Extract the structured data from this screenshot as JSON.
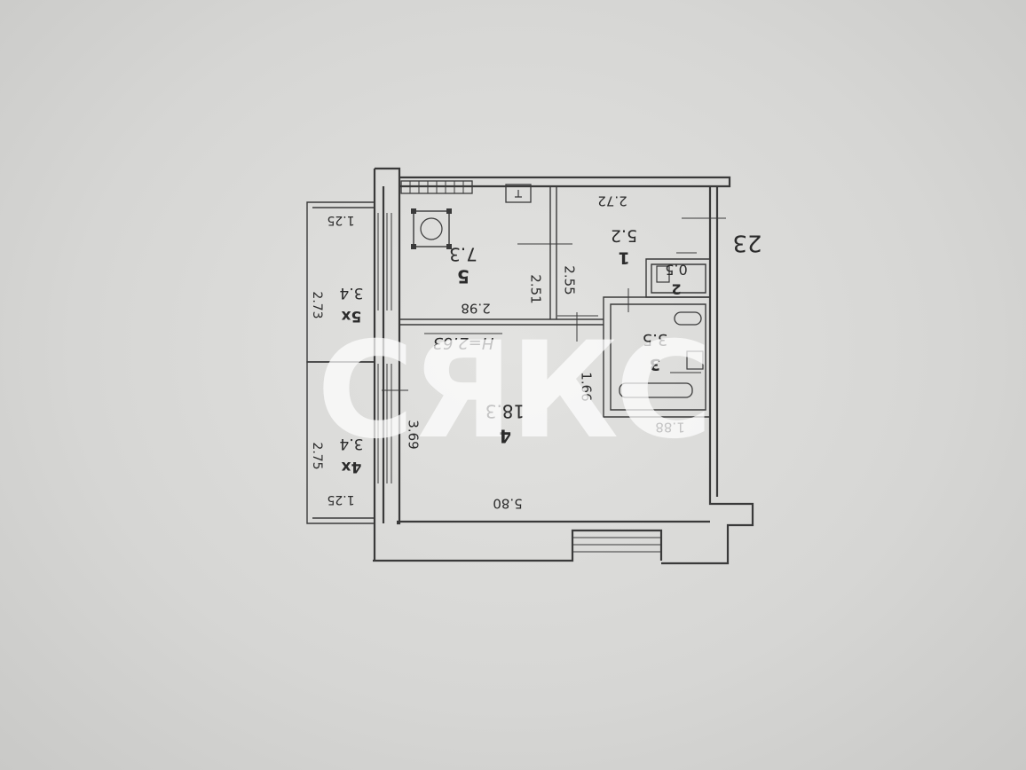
{
  "plan": {
    "watermark": "СЯКС",
    "apartment_number": "23",
    "ceiling_height": "H=2.63",
    "rooms": [
      {
        "number": "1",
        "area": "5.2"
      },
      {
        "number": "2",
        "area": "0.5"
      },
      {
        "number": "3",
        "area": "3.5"
      },
      {
        "number": "4",
        "area": "18.3"
      },
      {
        "number": "5",
        "area": "7.3"
      },
      {
        "number": "4x",
        "area": "3.4"
      },
      {
        "number": "5x",
        "area": "3.4"
      }
    ],
    "dimensions": {
      "kitchen_width": "2.98",
      "kitchen_depth": "2.51",
      "hall_depth": "2.55",
      "hall_width": "2.72",
      "bath_width": "1.88",
      "bath_depth": "1.66",
      "living_depth": "3.69",
      "living_width": "5.80",
      "balcony_upper_width": "1.25",
      "balcony_upper_length": "2.73",
      "balcony_lower_width": "1.25",
      "balcony_lower_length": "2.75"
    }
  },
  "colors": {
    "paper": "#dcdcda",
    "ink": "#2b2b2b",
    "watermark": "#ffffff"
  }
}
